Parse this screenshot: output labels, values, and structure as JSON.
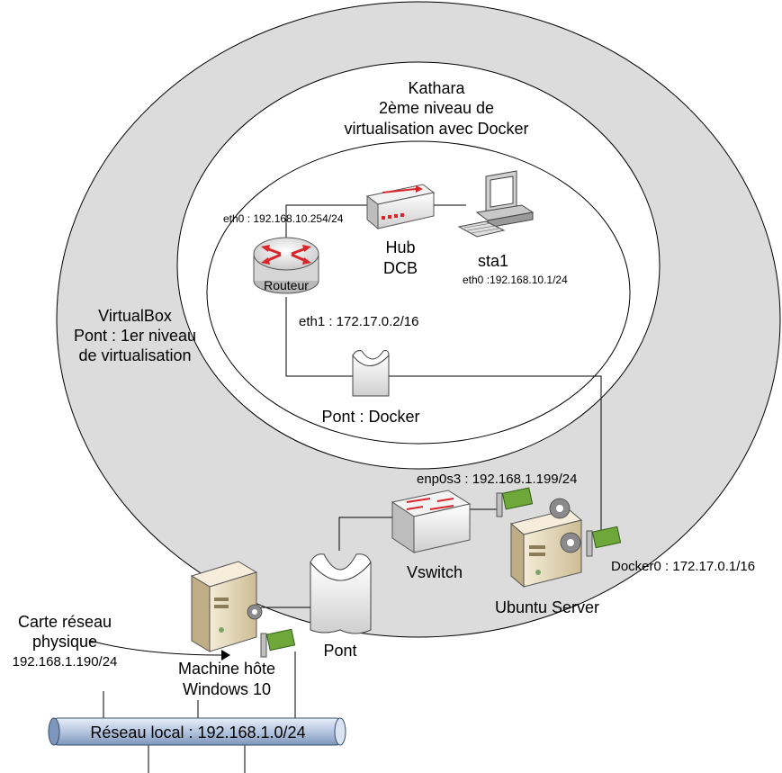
{
  "diagram": {
    "kathara": {
      "line1": "Kathara",
      "line2": "2ème niveau de",
      "line3": "virtualisation avec Docker"
    },
    "virtualbox": {
      "line1": "VirtualBox",
      "line2": "Pont : 1er niveau",
      "line3": "de virtualisation"
    },
    "router": {
      "label": "Routeur",
      "eth0": "eth0 : 192.168.10.254/24",
      "eth1": "eth1 : 172.17.0.2/16"
    },
    "hub": {
      "line1": "Hub",
      "line2": "DCB"
    },
    "station": {
      "name": "sta1",
      "eth0": "eth0 :192.168.10.1/24"
    },
    "docker_bridge": {
      "label": "Pont : Docker"
    },
    "ubuntu": {
      "label": "Ubuntu Server",
      "enp0s3": "enp0s3 : 192.168.1.199/24",
      "docker0": "Docker0 : 172.17.0.1/16"
    },
    "vswitch": {
      "label": "Vswitch"
    },
    "bridge": {
      "label": "Pont"
    },
    "host": {
      "line1": "Machine hôte",
      "line2": "Windows 10"
    },
    "nic": {
      "line1": "Carte réseau",
      "line2": "physique",
      "ip": "192.168.1.190/24"
    },
    "lan": {
      "label": "Réseau local : 192.168.1.0/24"
    }
  },
  "colors": {
    "outer_ring": "#dcdcdc",
    "pipe": "#b9c8de",
    "router_arrow": "#d9262b",
    "server_body": "#e8dcc0",
    "nic_board": "#6fa83a"
  },
  "icons": [
    "router-icon",
    "hub-icon",
    "computer-icon",
    "bridge-icon",
    "switch-icon",
    "server-icon",
    "network-card-icon"
  ]
}
